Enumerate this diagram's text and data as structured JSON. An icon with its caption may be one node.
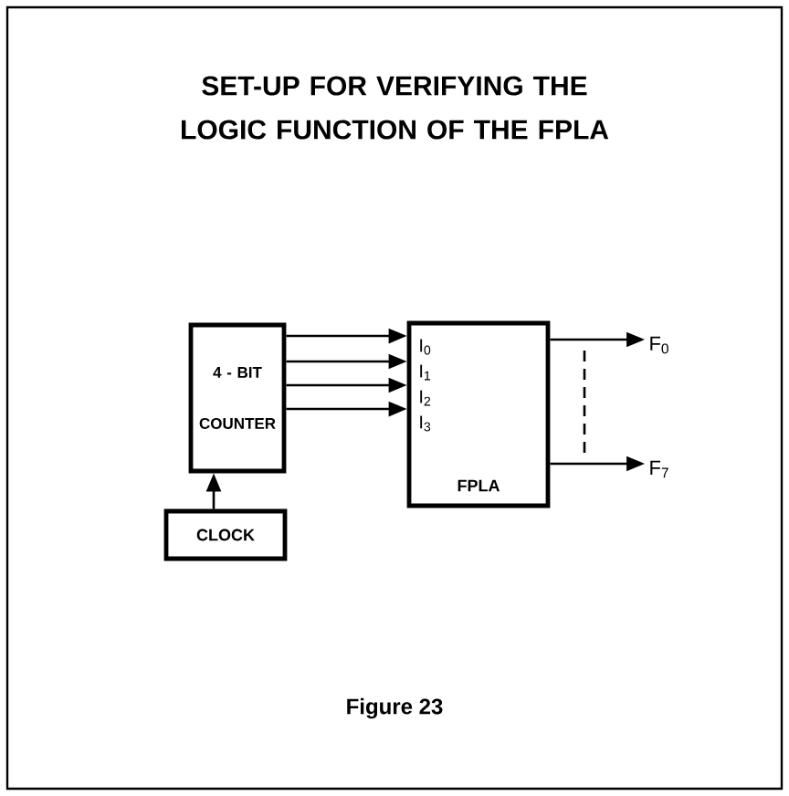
{
  "diagram": {
    "title": "SET-UP FOR VERIFYING THE LOGIC FUNCTION OF THE FPLA",
    "caption": "Figure 23",
    "nodes": [
      {
        "text": [
          "4 - BIT COUNTER"
        ]
      },
      {
        "text": [
          "CLOCK"
        ]
      },
      {
        "text": [
          "FPLA"
        ]
      },
      {
        "text": [
          "F$_{0}$"
        ]
      },
      {
        "text": [
          "F$_{7}$"
        ]
      }
    ],
    "edges": [
      {
        "from": 1,
        "to": 0,
        "arrow": "to"
      },
      {
        "from": 0,
        "to": 2,
        "arrow": "to"
      },
      {
        "from": 0,
        "to": 2,
        "arrow": "to"
      },
      {
        "from": 0,
        "to": 2,
        "arrow": "to"
      },
      {
        "from": 0,
        "to": 2,
        "arrow": "to"
      },
      {
        "from": 2,
        "to": 3,
        "arrow": "to"
      },
      {
        "from": 2,
        "to": 4,
        "arrow": "to"
      }
    ],
    "labels": [
      "I$_{0}$",
      "I$_{1}$",
      "I$_{2}$",
      "I$_{3}$"
    ]
  }
}
